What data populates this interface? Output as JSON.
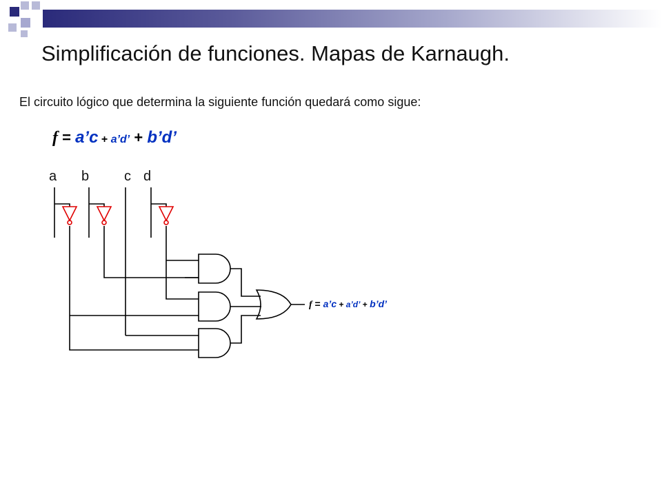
{
  "slide": {
    "title": "Simplificación  de funciones. Mapas de Karnaugh.",
    "intro": "El circuito lógico que determina la siguiente función quedará como sigue:"
  },
  "formula": {
    "f": "f",
    "eq": " = ",
    "term1": "a’c",
    "plus1": " + ",
    "term2": "a’d’",
    "plus2": " + ",
    "term3": "b’d’"
  },
  "inputs": [
    "a",
    "b",
    "c",
    "d"
  ],
  "output_label": {
    "f": "f",
    "eq": " = ",
    "term1": "a’c",
    "plus1": " + ",
    "term2": "a’d’",
    "plus2": " + ",
    "term3": "b’d’"
  },
  "colors": {
    "accent_dark": "#2a2a7a",
    "accent_light": "#a6a8d0",
    "formula_blue": "#0030c0",
    "inverter_red": "#e00000",
    "wire": "#000000"
  }
}
